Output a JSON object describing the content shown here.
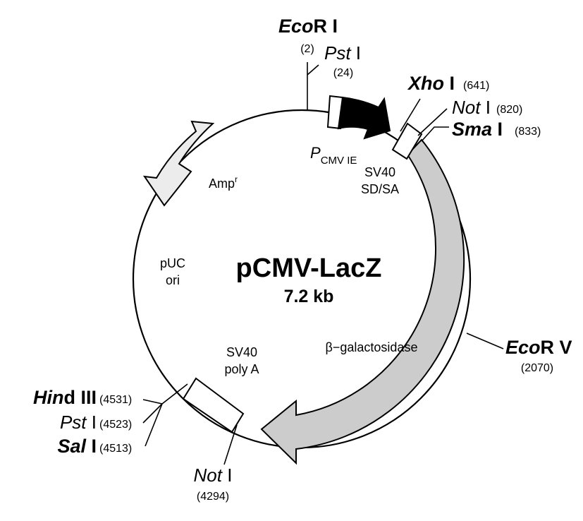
{
  "plasmid": {
    "name": "pCMV-LacZ",
    "size": "7.2 kb"
  },
  "features": {
    "pcmv": {
      "label_p": "P",
      "label_sub": "CMV IE"
    },
    "sv40_sdsa": {
      "line1": "SV40",
      "line2": "SD/SA"
    },
    "lacz": {
      "label": "β−galactosidase"
    },
    "sv40_polya": {
      "line1": "SV40",
      "line2": "poly A"
    },
    "puc_ori": {
      "line1": "pUC",
      "line2": "ori"
    },
    "ampr": {
      "label": "Amp",
      "sup": "r"
    }
  },
  "sites": {
    "ecori": {
      "italic": "Eco",
      "roman": "R I",
      "pos": "(2)"
    },
    "psti_top": {
      "italic": "Pst",
      "roman": " I",
      "pos": "(24)"
    },
    "xhoi": {
      "italic": "Xho",
      "roman": " I",
      "pos": "(641)"
    },
    "noti_top": {
      "italic": "Not",
      "roman": " I",
      "pos": "(820)"
    },
    "smai": {
      "italic": "Sma",
      "roman": " I",
      "pos": "(833)"
    },
    "ecorv": {
      "italic": "Eco",
      "roman": "R V",
      "pos": "(2070)"
    },
    "hindiii": {
      "italic": "Hin",
      "roman": "d III",
      "pos": "(4531)"
    },
    "psti_bottom": {
      "italic": "Pst",
      "roman": " I",
      "pos": "(4523)"
    },
    "sali": {
      "italic": "Sal",
      "roman": " I",
      "pos": "(4513)"
    },
    "noti_bottom": {
      "italic": "Not",
      "roman": " I",
      "pos": "(4294)"
    }
  },
  "colors": {
    "backbone": "#000000",
    "lacz_fill": "#cccccc",
    "ampr_fill": "#ececec",
    "promoter_fill": "#000000",
    "box_fill": "#ffffff"
  }
}
